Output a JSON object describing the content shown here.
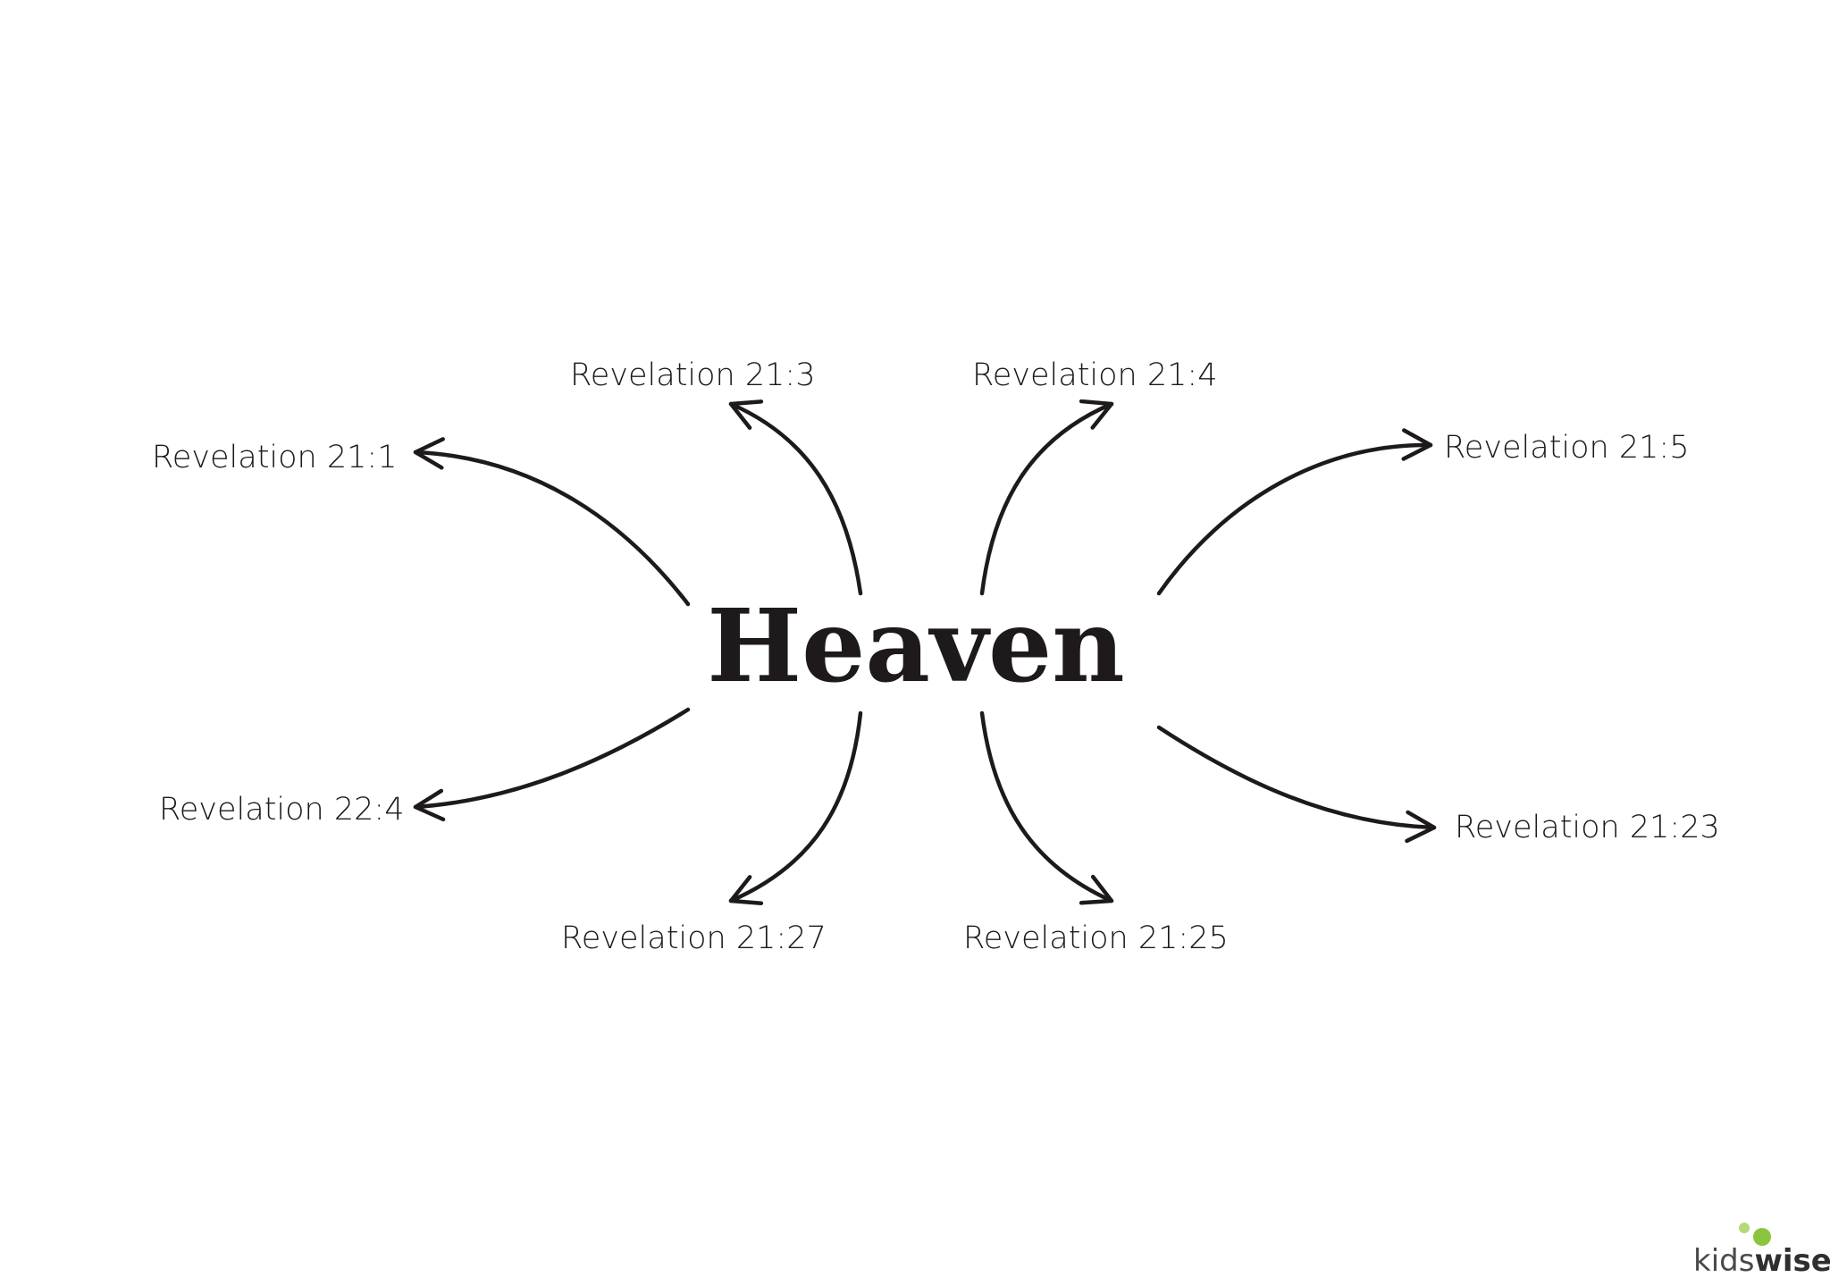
{
  "center": {
    "title": "Heaven"
  },
  "branches": [
    {
      "id": "rev-21-1",
      "label": "Revelation 21:1"
    },
    {
      "id": "rev-21-3",
      "label": "Revelation 21:3"
    },
    {
      "id": "rev-21-4",
      "label": "Revelation 21:4"
    },
    {
      "id": "rev-21-5",
      "label": "Revelation 21:5"
    },
    {
      "id": "rev-22-4",
      "label": "Revelation 22:4"
    },
    {
      "id": "rev-21-27",
      "label": "Revelation 21:27"
    },
    {
      "id": "rev-21-25",
      "label": "Revelation 21:25"
    },
    {
      "id": "rev-21-23",
      "label": "Revelation 21:23"
    }
  ],
  "logo": {
    "prefix": "kids",
    "suffix": "wise",
    "dot_color_large": "#8bc53f",
    "dot_color_small": "#b5d97a"
  },
  "colors": {
    "ink": "#1e1a1b",
    "background": "#ffffff"
  }
}
